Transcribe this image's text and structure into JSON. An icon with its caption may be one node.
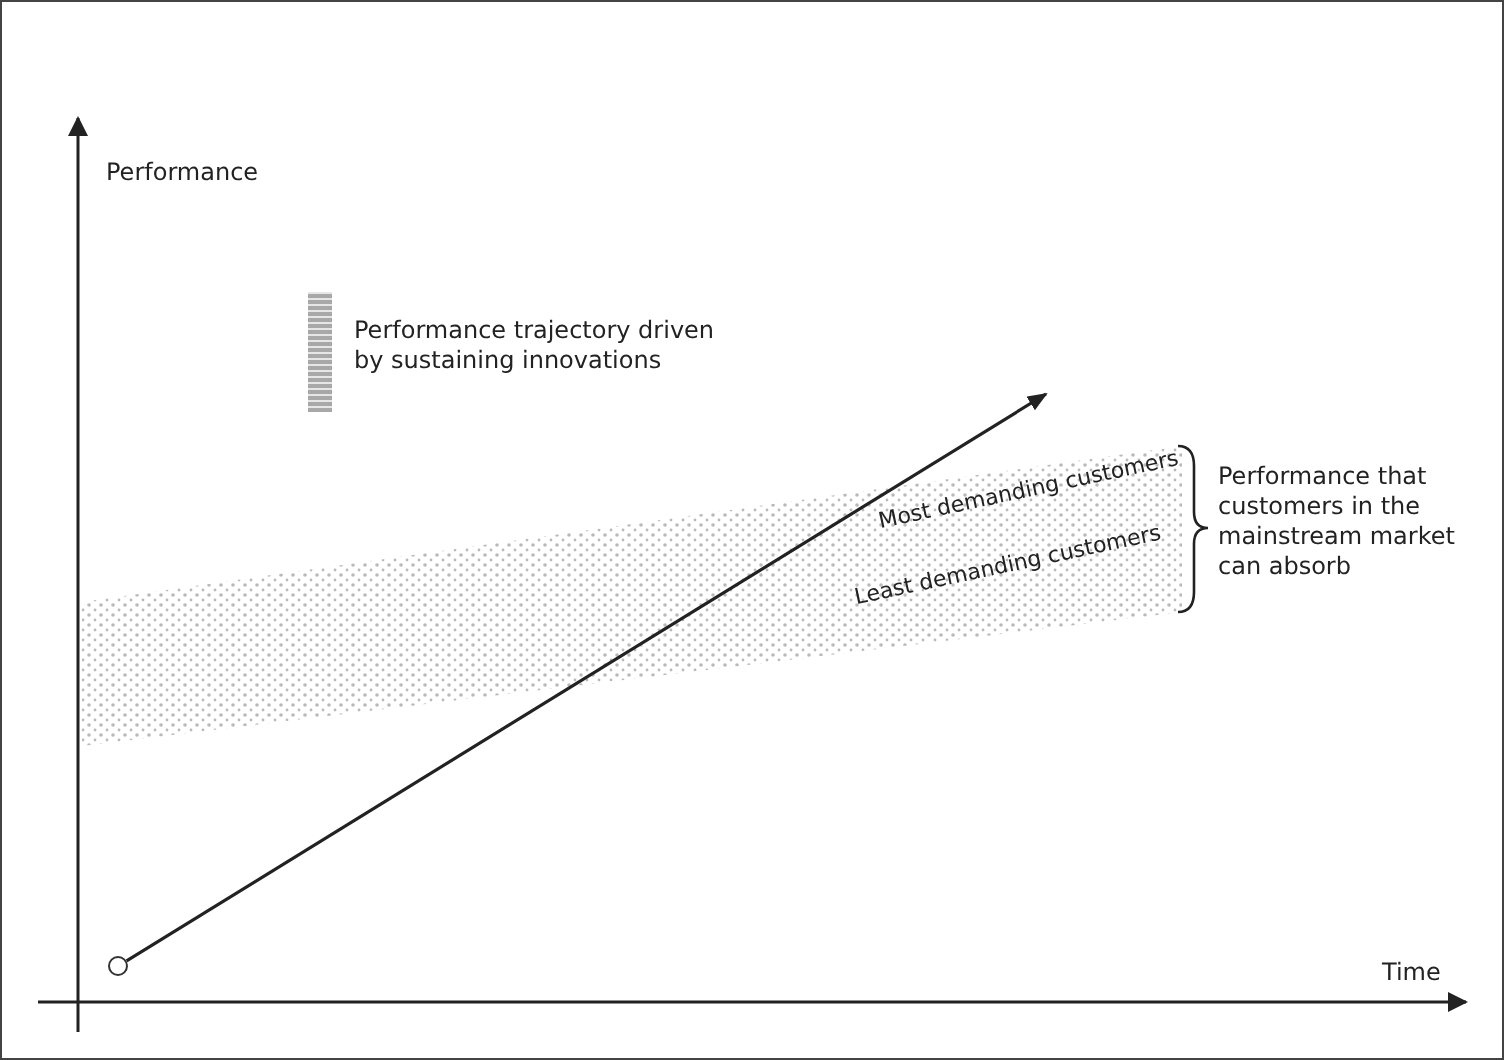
{
  "diagram": {
    "labels": [
      "Performance",
      "Most demanding customers",
      "Performance that customers in the mainstream market can absorb",
      "Least demanding customers",
      "Time"
    ],
    "legend": [
      {
        "text": "Performance trajectory driven by sustaining innovations",
        "color": "#a8a8a8"
      }
    ]
  }
}
